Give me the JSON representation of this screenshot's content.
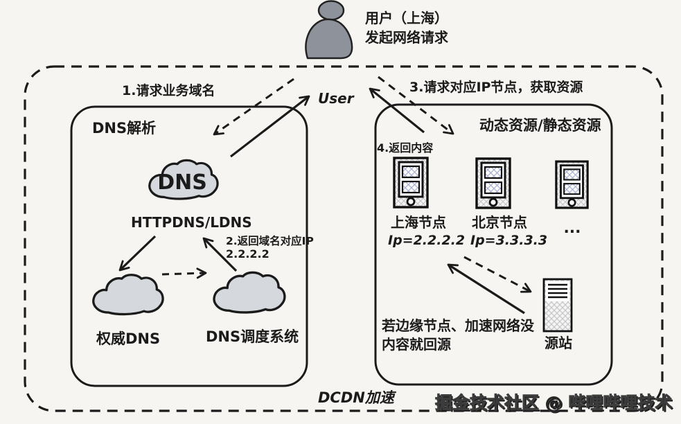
{
  "user": {
    "line1": "用户（上海）",
    "line2": "发起网络请求",
    "handle": "User"
  },
  "steps": {
    "s1": "1.请求业务域名",
    "s2a": "2.返回域名对应IP",
    "s2b": "2.2.2.2",
    "s3": "3.请求对应IP节点，获取资源",
    "s4": "4.返回内容"
  },
  "dns_box": {
    "title": "DNS解析",
    "cloud": "DNS",
    "subtitle": "HTTPDNS/LDNS",
    "auth": "权威DNS",
    "scheduler": "DNS调度系统"
  },
  "resource_box": {
    "title": "动态资源/静态资源",
    "nodes": [
      {
        "name": "上海节点",
        "ip": "Ip=2.2.2.2"
      },
      {
        "name": "北京节点",
        "ip": "Ip=3.3.3.3"
      },
      {
        "name": "..."
      }
    ],
    "origin": "源站",
    "note1": "若边缘节点、加速网络没",
    "note2": "内容就回源"
  },
  "footer": {
    "dcdn": "DCDN加速",
    "watermark": "掘金技术社区 @ 哔哩哔哩技术"
  },
  "colors": {
    "background": "#f7f5f1",
    "ink": "#1b1b1b",
    "cloud_fill": "#d5d8dc",
    "person_fill": "#8e939b",
    "hatch_gray": "#c3c6cc",
    "hatch_blue": "#a9b0d2"
  }
}
